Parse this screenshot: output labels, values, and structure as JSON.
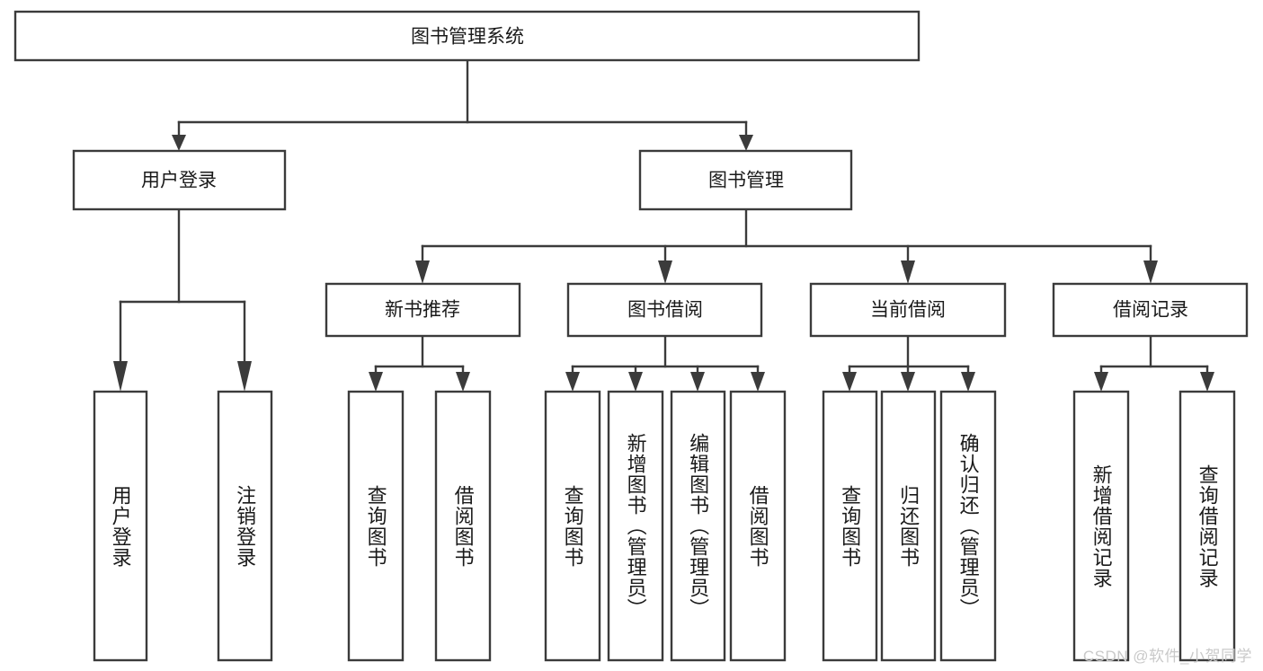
{
  "diagram": {
    "title": "图书管理系统",
    "root": {
      "label": "图书管理系统"
    },
    "level2": [
      {
        "label": "用户登录"
      },
      {
        "label": "图书管理"
      }
    ],
    "level3": [
      {
        "label": "新书推荐"
      },
      {
        "label": "图书借阅"
      },
      {
        "label": "当前借阅"
      },
      {
        "label": "借阅记录"
      }
    ],
    "leaves": [
      {
        "label": "用户登录",
        "parent": "用户登录"
      },
      {
        "label": "注销登录",
        "parent": "用户登录"
      },
      {
        "label": "查询图书",
        "parent": "新书推荐"
      },
      {
        "label": "借阅图书",
        "parent": "新书推荐"
      },
      {
        "label": "查询图书",
        "parent": "图书借阅"
      },
      {
        "label": "新增图书（管理员）",
        "parent": "图书借阅"
      },
      {
        "label": "编辑图书（管理员）",
        "parent": "图书借阅"
      },
      {
        "label": "借阅图书",
        "parent": "图书借阅"
      },
      {
        "label": "查询图书",
        "parent": "当前借阅"
      },
      {
        "label": "归还图书",
        "parent": "当前借阅"
      },
      {
        "label": "确认归还（管理员）",
        "parent": "当前借阅"
      },
      {
        "label": "新增借阅记录",
        "parent": "借阅记录"
      },
      {
        "label": "查询借阅记录",
        "parent": "借阅记录"
      }
    ],
    "watermark": "CSDN @软件_小贺同学",
    "colors": {
      "stroke": "#3b3b3b",
      "box_fill": "#ffffff",
      "text": "#1a1a1a",
      "watermark": "#c9c9c9",
      "background": "#ffffff"
    }
  }
}
